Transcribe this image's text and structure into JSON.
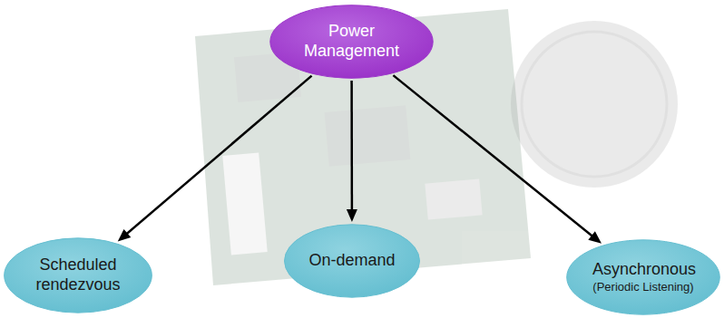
{
  "diagram": {
    "nodes": [
      {
        "text": [
          "Power Management"
        ]
      },
      {
        "text": [
          "Scheduled rendezvous"
        ]
      },
      {
        "text": [
          "On-demand"
        ]
      },
      {
        "text": [
          "Asynchronous",
          "(Periodic Listening)"
        ]
      }
    ],
    "edges": [
      {
        "from": 0,
        "to": 1,
        "arrow": "to"
      },
      {
        "from": 0,
        "to": 2,
        "arrow": "to"
      },
      {
        "from": 0,
        "to": 3,
        "arrow": "to"
      }
    ]
  }
}
